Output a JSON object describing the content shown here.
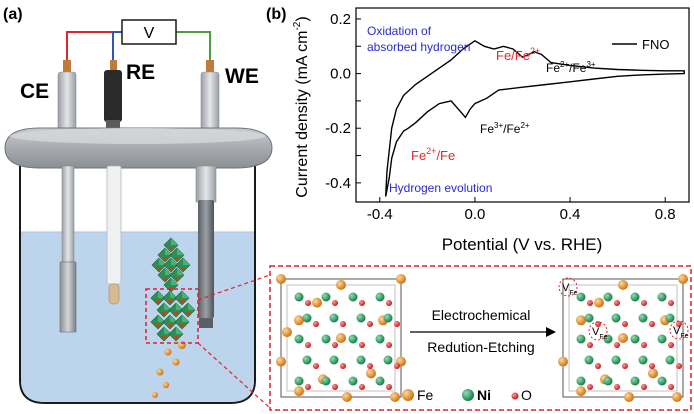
{
  "panel_a": {
    "label": "(a)",
    "voltmeter": "V",
    "electrodes": {
      "ce": "CE",
      "re": "RE",
      "we": "WE"
    }
  },
  "panel_b": {
    "label": "(b)",
    "legend_label": "FNO",
    "annotations": {
      "oxidation_line1": "Oxidation of",
      "oxidation_line2": "absorbed hydrogen",
      "fe_fe2_prefix": "Fe/Fe",
      "fe_fe2_sup": "2+",
      "fe2_fe3_a": "Fe",
      "fe2_fe3_sup1": "2+",
      "fe2_fe3_b": "/Fe",
      "fe2_fe3_sup2": "3+",
      "fe3_fe2_a": "Fe",
      "fe3_fe2_sup1": "3+",
      "fe3_fe2_b": "/Fe",
      "fe3_fe2_sup2": "2+",
      "fe2_fe_a": "Fe",
      "fe2_fe_sup": "2+",
      "fe2_fe_b": "/Fe",
      "hydrogen_evolution": "Hydrogen evolution"
    },
    "colors": {
      "red": "#e8262a",
      "blue": "#2b2bd0"
    }
  },
  "chart_data": {
    "type": "line",
    "xlabel": "Potential (V vs. RHE)",
    "ylabel_main": "Current density (mA cm",
    "ylabel_sup": "-2",
    "ylabel_close": ")",
    "xlim": [
      -0.5,
      0.9
    ],
    "ylim": [
      -0.47,
      0.24
    ],
    "xticks": [
      -0.4,
      0.0,
      0.4,
      0.8
    ],
    "xtick_labels": [
      "-0.4",
      "0.0",
      "0.4",
      "0.8"
    ],
    "yticks": [
      -0.4,
      -0.3,
      -0.2,
      -0.1,
      0.0,
      0.1,
      0.2
    ],
    "ytick_labels": [
      "-0.4",
      "-0.3",
      "-0.2",
      "-0.1",
      "0.0",
      "0.1",
      "0.2"
    ],
    "series": [
      {
        "name": "FNO",
        "color": "#000000",
        "anodic": [
          [
            -0.37,
            -0.36
          ],
          [
            -0.36,
            -0.28
          ],
          [
            -0.35,
            -0.2
          ],
          [
            -0.33,
            -0.13
          ],
          [
            -0.3,
            -0.08
          ],
          [
            -0.25,
            -0.04
          ],
          [
            -0.2,
            -0.01
          ],
          [
            -0.15,
            0.02
          ],
          [
            -0.1,
            0.05
          ],
          [
            -0.05,
            0.09
          ],
          [
            0.0,
            0.12
          ],
          [
            0.04,
            0.1
          ],
          [
            0.08,
            0.09
          ],
          [
            0.12,
            0.1
          ],
          [
            0.16,
            0.09
          ],
          [
            0.2,
            0.06
          ],
          [
            0.25,
            0.08
          ],
          [
            0.28,
            0.07
          ],
          [
            0.32,
            0.04
          ],
          [
            0.4,
            0.03
          ],
          [
            0.5,
            0.02
          ],
          [
            0.6,
            0.015
          ],
          [
            0.7,
            0.012
          ],
          [
            0.8,
            0.01
          ],
          [
            0.88,
            0.01
          ]
        ],
        "cathodic": [
          [
            0.88,
            0.0
          ],
          [
            0.8,
            -0.002
          ],
          [
            0.7,
            -0.005
          ],
          [
            0.6,
            -0.01
          ],
          [
            0.5,
            -0.02
          ],
          [
            0.4,
            -0.03
          ],
          [
            0.3,
            -0.04
          ],
          [
            0.2,
            -0.05
          ],
          [
            0.1,
            -0.06
          ],
          [
            0.05,
            -0.09
          ],
          [
            0.0,
            -0.11
          ],
          [
            -0.02,
            -0.13
          ],
          [
            -0.04,
            -0.16
          ],
          [
            -0.06,
            -0.14
          ],
          [
            -0.1,
            -0.1
          ],
          [
            -0.15,
            -0.11
          ],
          [
            -0.2,
            -0.14
          ],
          [
            -0.25,
            -0.18
          ],
          [
            -0.28,
            -0.2
          ],
          [
            -0.3,
            -0.21
          ],
          [
            -0.33,
            -0.25
          ],
          [
            -0.35,
            -0.31
          ],
          [
            -0.36,
            -0.38
          ],
          [
            -0.375,
            -0.45
          ],
          [
            -0.37,
            -0.36
          ]
        ]
      }
    ]
  },
  "bottom_panel": {
    "arrow_label_top": "Electrochemical",
    "arrow_label_bottom": "Redution-Etching",
    "vacancy_label": "V",
    "vacancy_sub": "Fe",
    "legend": {
      "fe": "Fe",
      "ni": "Ni",
      "o": "O"
    }
  },
  "colors": {
    "fe_atom": "#e08a1a",
    "ni_atom": "#1e9a5a",
    "o_atom": "#e21b1b",
    "dash": "#e0222a",
    "electrolyte": "#b9d3ea"
  }
}
